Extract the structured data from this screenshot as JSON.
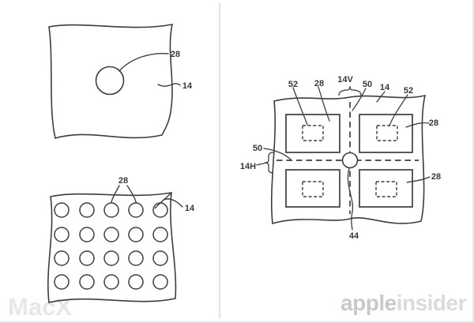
{
  "figures": {
    "top_left": {
      "label_28": "28",
      "label_14": "14"
    },
    "bottom_left": {
      "label_28": "28",
      "label_14": "14"
    },
    "right": {
      "label_52_left": "52",
      "label_28_top": "28",
      "label_14v": "14V",
      "label_50_top": "50",
      "label_14": "14",
      "label_52_right": "52",
      "label_28_right_top": "28",
      "label_50_left": "50",
      "label_14h": "14H",
      "label_28_right_bottom": "28",
      "label_44": "44"
    }
  },
  "watermarks": {
    "macx": "MacX",
    "appleinsider_bold": "apple",
    "appleinsider_light": "insider"
  },
  "colors": {
    "line": "#3d3d3d",
    "label_text": "#383838",
    "divider": "#e3e3e3",
    "watermark_macx": "#e7e7e7",
    "watermark_apple": "#c9c9c9",
    "watermark_insider": "#dbdbdb",
    "background": "#ffffff"
  }
}
